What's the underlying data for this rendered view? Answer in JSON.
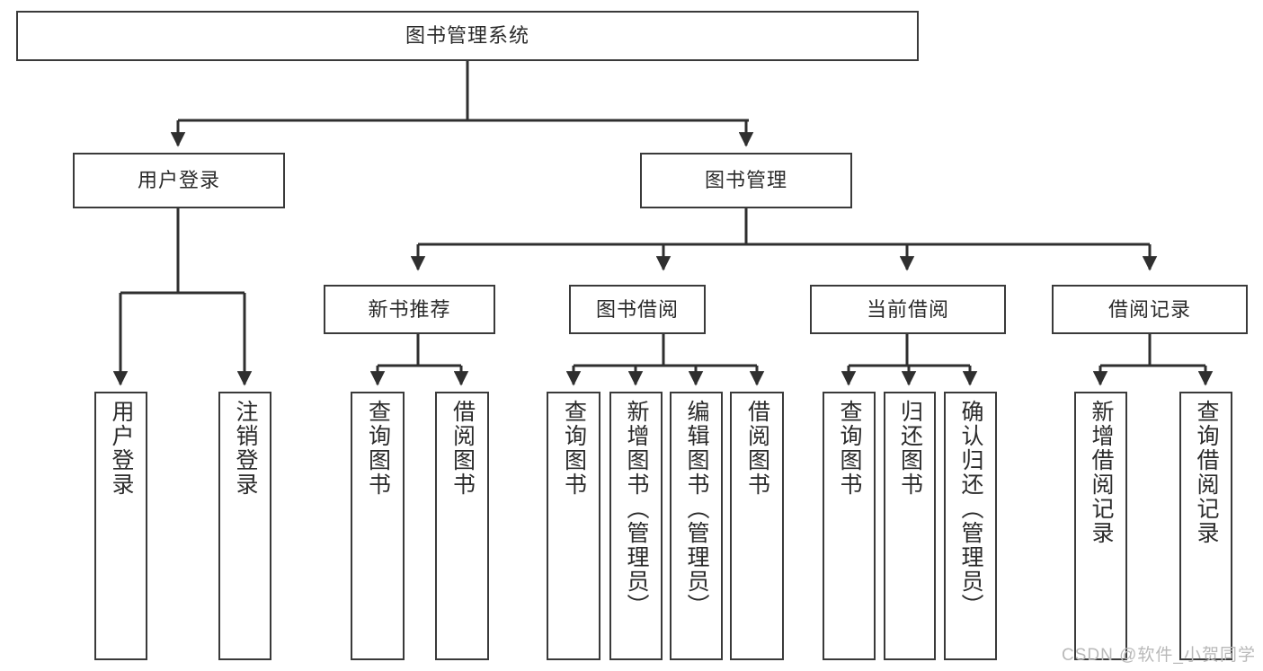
{
  "diagram": {
    "title": "图书管理系统",
    "type": "tree",
    "root": {
      "id": "root",
      "label": "图书管理系统"
    },
    "level2": [
      {
        "id": "user-login",
        "label": "用户登录"
      },
      {
        "id": "book-manage",
        "label": "图书管理"
      }
    ],
    "level3": [
      {
        "id": "new-book-rec",
        "label": "新书推荐"
      },
      {
        "id": "book-borrow",
        "label": "图书借阅"
      },
      {
        "id": "current-borrow",
        "label": "当前借阅"
      },
      {
        "id": "borrow-record",
        "label": "借阅记录"
      }
    ],
    "leaves": {
      "user_login": [
        {
          "id": "leaf-user-login",
          "label": "用户登录"
        },
        {
          "id": "leaf-logout-login",
          "label": "注销登录"
        }
      ],
      "new_book_rec": [
        {
          "id": "leaf-query-book-1",
          "label": "查询图书"
        },
        {
          "id": "leaf-borrow-book-1",
          "label": "借阅图书"
        }
      ],
      "book_borrow": [
        {
          "id": "leaf-query-book-2",
          "label": "查询图书"
        },
        {
          "id": "leaf-add-book",
          "label": "新增图书（管理员）"
        },
        {
          "id": "leaf-edit-book",
          "label": "编辑图书（管理员）"
        },
        {
          "id": "leaf-borrow-book-2",
          "label": "借阅图书"
        }
      ],
      "current_borrow": [
        {
          "id": "leaf-query-book-3",
          "label": "查询图书"
        },
        {
          "id": "leaf-return-book",
          "label": "归还图书"
        },
        {
          "id": "leaf-confirm-return",
          "label": "确认归还（管理员）"
        }
      ],
      "borrow_record": [
        {
          "id": "leaf-add-record",
          "label": "新增借阅记录"
        },
        {
          "id": "leaf-query-record",
          "label": "查询借阅记录"
        }
      ]
    },
    "colors": {
      "border": "#3a3a3a",
      "line": "#2f2f2f",
      "text": "#2b2b2b",
      "background": "#ffffff",
      "watermark": "#b9b9b9"
    }
  },
  "watermark": {
    "text": "CSDN @软件_小贺同学"
  }
}
